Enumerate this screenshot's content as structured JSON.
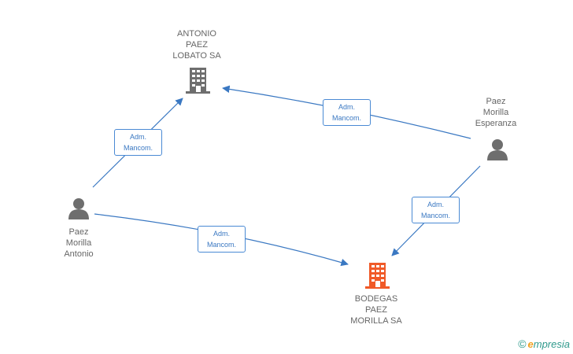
{
  "nodes": {
    "antonio_paez_lobato": {
      "label": "ANTONIO\nPAEZ\nLOBATO SA",
      "kind": "company",
      "color": "#6e6e6e"
    },
    "bodegas_paez_morilla": {
      "label": "BODEGAS\nPAEZ\nMORILLA SA",
      "kind": "company",
      "color": "#f05a28"
    },
    "paez_morilla_esperanza": {
      "label": "Paez\nMorilla\nEsperanza",
      "kind": "person",
      "color": "#6e6e6e"
    },
    "paez_morilla_antonio": {
      "label": "Paez\nMorilla\nAntonio",
      "kind": "person",
      "color": "#6e6e6e"
    }
  },
  "edges": [
    {
      "label": "Adm.\nMancom.",
      "from": "paez_morilla_antonio",
      "to": "antonio_paez_lobato"
    },
    {
      "label": "Adm.\nMancom.",
      "from": "paez_morilla_esperanza",
      "to": "antonio_paez_lobato"
    },
    {
      "label": "Adm.\nMancom.",
      "from": "paez_morilla_esperanza",
      "to": "bodegas_paez_morilla"
    },
    {
      "label": "Adm.\nMancom.",
      "from": "paez_morilla_antonio",
      "to": "bodegas_paez_morilla"
    }
  ],
  "edge_color": "#3a78c2",
  "brand": {
    "copyright": "©",
    "initial": "e",
    "name": "mpresia"
  }
}
